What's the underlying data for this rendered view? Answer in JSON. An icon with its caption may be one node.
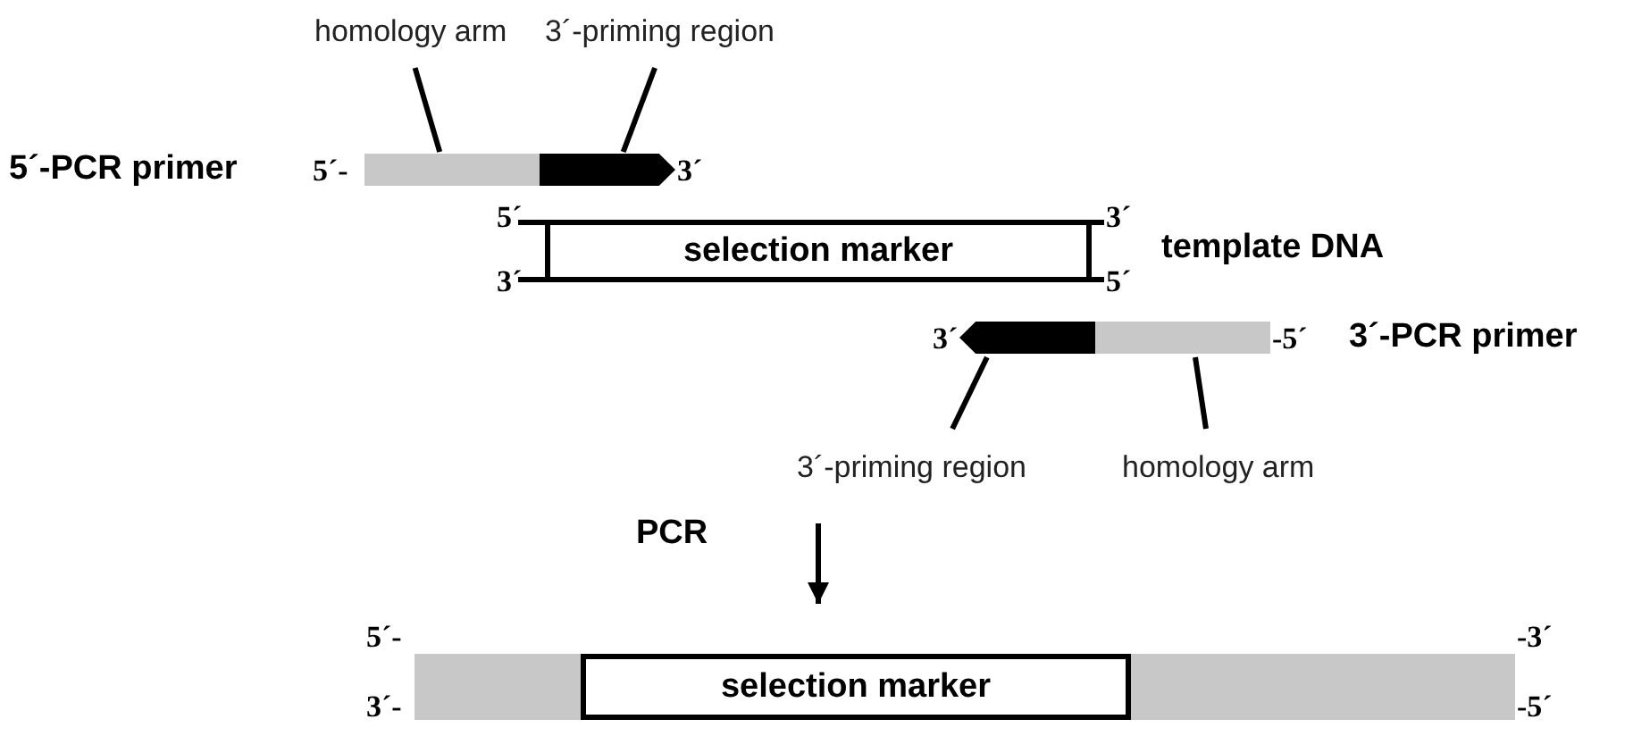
{
  "diagram": {
    "nodes": [
      {
        "text": [
          "homology arm"
        ]
      },
      {
        "text": [
          "3´-priming region"
        ]
      },
      {
        "text": [],
        "shape": "bar"
      },
      {
        "text": [],
        "shape": "box"
      },
      {
        "text": [
          "selection marker"
        ],
        "beside": [
          "template DNA"
        ]
      },
      {
        "text": [],
        "shape": "box"
      },
      {
        "text": [],
        "shape": "bar"
      },
      {
        "text": [
          "3´-priming region"
        ]
      },
      {
        "text": [
          "homology arm"
        ]
      },
      {
        "text": [],
        "shape": "bar"
      },
      {
        "text": [
          "selection marker"
        ]
      },
      {
        "text": [],
        "shape": "bar"
      }
    ],
    "edges": [
      {
        "from": 0,
        "to": 2,
        "arrow": "none"
      },
      {
        "from": 1,
        "to": 3,
        "arrow": "none"
      },
      {
        "from": 7,
        "to": 5,
        "arrow": "none"
      },
      {
        "from": 8,
        "to": 6,
        "arrow": "none"
      },
      {
        "from": null,
        "to": 10,
        "arrow": "to",
        "label": "PCR"
      }
    ],
    "labels": [
      "5´-PCR primer",
      "5´-",
      "3´",
      "5´",
      "3´",
      "3´",
      "5´",
      "3´",
      "-5´",
      "3´-PCR primer",
      "5´-",
      "3´-",
      "-3´",
      "-5´"
    ]
  }
}
